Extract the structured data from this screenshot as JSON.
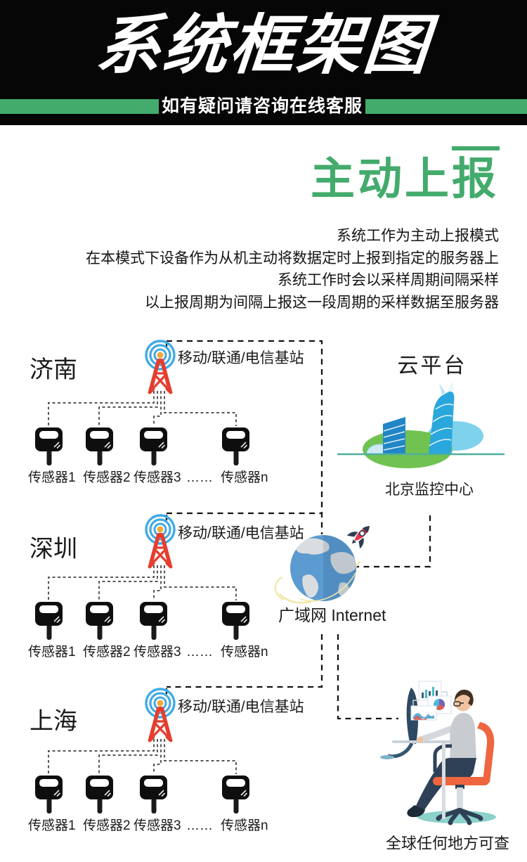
{
  "header": {
    "title": "系统框架图",
    "subtitle": "如有疑问请咨询在线客服"
  },
  "intro": {
    "title": "主动上报",
    "description_lines": [
      "系统工作为主动上报模式",
      "在本模式下设备作为从机主动将数据定时上报到指定的服务器上",
      "系统工作时会以采样周期间隔采样",
      "以上报周期为间隔上报这一段周期的采样数据至服务器"
    ]
  },
  "cities": [
    {
      "name": "济南",
      "station_label": "移动/联通/电信基站",
      "sensor_labels": [
        "传感器1",
        "传感器2",
        "传感器3",
        "……",
        "传感器n"
      ]
    },
    {
      "name": "深圳",
      "station_label": "移动/联通/电信基站",
      "sensor_labels": [
        "传感器1",
        "传感器2",
        "传感器3",
        "……",
        "传感器n"
      ]
    },
    {
      "name": "上海",
      "station_label": "移动/联通/电信基站",
      "sensor_labels": [
        "传感器1",
        "传感器2",
        "传感器3",
        "……",
        "传感器n"
      ]
    }
  ],
  "cloud_platform": {
    "title": "云平台",
    "label": "北京监控中心"
  },
  "internet": {
    "label": "广域网 Internet"
  },
  "viewer": {
    "label": "全球任何地方可查"
  },
  "icons": {
    "station_tower": "cellular-base-station-tower",
    "sensor": "sensor-device",
    "cloud_city": "cloud-platform-buildings",
    "globe": "internet-globe",
    "rocket": "rocket",
    "operator": "person-at-monitor"
  },
  "colors": {
    "accent_green": "#43ab6c",
    "header_black": "#060606",
    "tower_red": "#e53e2e",
    "signal_blue": "#41aae4",
    "antenna_orange": "#f2a93b",
    "globe_blue": "#5b9bd0",
    "chair_orange": "#ef6540",
    "connector_dark": "#141414"
  }
}
